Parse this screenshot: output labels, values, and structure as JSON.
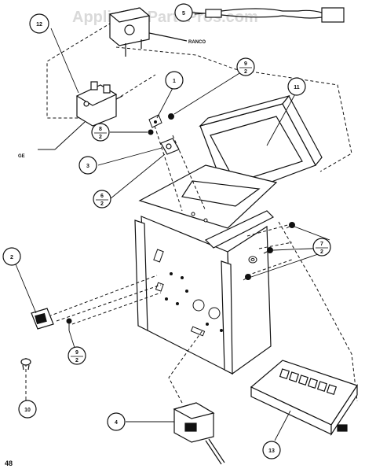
{
  "watermark": "AppliancePartsPros.com",
  "page_number": "48",
  "labels": {
    "ranco": "RANCO",
    "ge": "GE"
  },
  "callouts": {
    "c1": "1",
    "c2": "2",
    "c3": "3",
    "c4": "4",
    "c5": "5",
    "c6a": "6",
    "c6b": "2",
    "c7a": "7",
    "c7b": "2",
    "c8a": "8",
    "c8b": "2",
    "c9a": "9",
    "c9b": "2",
    "c9c": "9",
    "c9d": "2",
    "c10": "10",
    "c11": "11",
    "c12": "12",
    "c13": "13"
  }
}
